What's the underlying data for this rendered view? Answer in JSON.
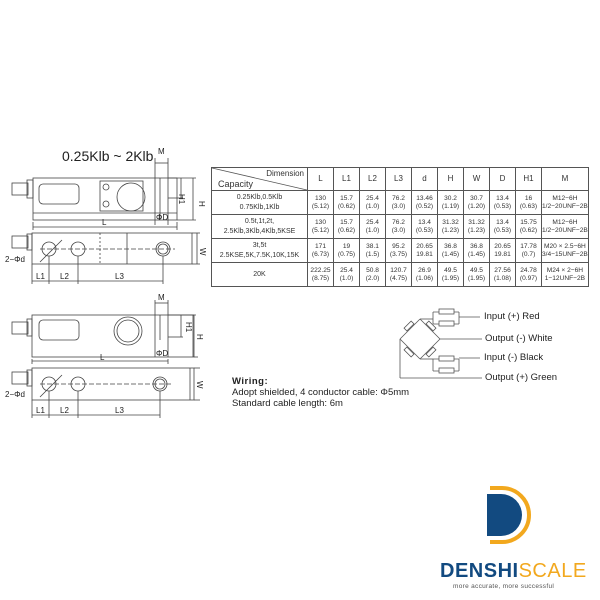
{
  "diagram": {
    "range_title": "0.25Klb ~ 2Klb",
    "top_drawing_labels": {
      "L": "L",
      "M": "M",
      "H1": "H1",
      "H": "H",
      "D": "ΦD",
      "W": "W",
      "d": "2−Φd",
      "L1": "L1",
      "L2": "L2",
      "L3": "L3"
    },
    "bottom_drawing_labels": {
      "L": "L",
      "M": "M",
      "H1": "H1",
      "H": "H",
      "D": "ΦD",
      "W": "W",
      "d": "2−Φd",
      "L1": "L1",
      "L2": "L2",
      "L3": "L3"
    }
  },
  "table": {
    "corner_dimension": "Dimension",
    "corner_capacity": "Capacity",
    "columns": [
      "L",
      "L1",
      "L2",
      "L3",
      "d",
      "H",
      "W",
      "D",
      "H1",
      "M"
    ],
    "rows": [
      {
        "capacity": [
          "0.25Klb,0.5Klb",
          "0.75Klb,1Klb"
        ],
        "values": [
          [
            "130",
            "(5.12)"
          ],
          [
            "15.7",
            "(0.62)"
          ],
          [
            "25.4",
            "(1.0)"
          ],
          [
            "76.2",
            "(3.0)"
          ],
          [
            "13.46",
            "(0.52)"
          ],
          [
            "30.2",
            "(1.19)"
          ],
          [
            "30.7",
            "(1.20)"
          ],
          [
            "13.4",
            "(0.53)"
          ],
          [
            "16",
            "(0.63)"
          ],
          [
            "M12−6H",
            "1/2−20UNF−2B"
          ]
        ]
      },
      {
        "capacity": [
          "0.5t,1t,2t,",
          "2.5Klb,3Klb,4Klb,5KSE"
        ],
        "values": [
          [
            "130",
            "(5.12)"
          ],
          [
            "15.7",
            "(0.62)"
          ],
          [
            "25.4",
            "(1.0)"
          ],
          [
            "76.2",
            "(3.0)"
          ],
          [
            "13.4",
            "(0.53)"
          ],
          [
            "31.32",
            "(1.23)"
          ],
          [
            "31.32",
            "(1.23)"
          ],
          [
            "13.4",
            "(0.53)"
          ],
          [
            "15.75",
            "(0.62)"
          ],
          [
            "M12−6H",
            "1/2−20UNF−2B"
          ]
        ]
      },
      {
        "capacity": [
          "3t,5t",
          "2.5KSE,5K,7.5K,10K,15K"
        ],
        "values": [
          [
            "171",
            "(6.73)"
          ],
          [
            "19",
            "(0.75)"
          ],
          [
            "38.1",
            "(1.5)"
          ],
          [
            "95.2",
            "(3.75)"
          ],
          [
            "20.65",
            "19.81"
          ],
          [
            "36.8",
            "(1.45)"
          ],
          [
            "36.8",
            "(1.45)"
          ],
          [
            "20.65",
            "19.81"
          ],
          [
            "17.78",
            "(0.7)"
          ],
          [
            "M20 × 2.5−6H",
            "3/4−15UNF−2B"
          ]
        ]
      },
      {
        "capacity": [
          "20K",
          ""
        ],
        "values": [
          [
            "222.25",
            "(8.75)"
          ],
          [
            "25.4",
            "(1.0)"
          ],
          [
            "50.8",
            "(2.0)"
          ],
          [
            "120.7",
            "(4.75)"
          ],
          [
            "26.9",
            "(1.06)"
          ],
          [
            "49.5",
            "(1.95)"
          ],
          [
            "49.5",
            "(1.95)"
          ],
          [
            "27.56",
            "(1.08)"
          ],
          [
            "24.78",
            "(0.97)"
          ],
          [
            "M24 × 2−6H",
            "1−12UNF−2B"
          ]
        ]
      }
    ]
  },
  "wiring": {
    "title": "Wiring:",
    "line1": "Adopt shielded, 4 conductor cable: Φ5mm",
    "line2": "Standard cable length: 6m",
    "wires": [
      "Input (+) Red",
      "Output (-) White",
      "Input (-) Black",
      "Output (+) Green"
    ]
  },
  "brand": {
    "name_part1": "DENSHI",
    "name_part2": "SCALE",
    "tagline": "more accurate, more successful",
    "colors": {
      "blue": "#124a80",
      "orange": "#f2a81e"
    }
  }
}
